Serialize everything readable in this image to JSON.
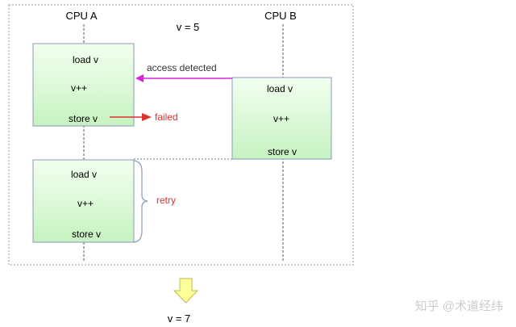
{
  "header": {
    "cpu_a": "CPU A",
    "cpu_b": "CPU B",
    "initial_value": "v = 5"
  },
  "cpu_a_attempt": {
    "steps": [
      "load v",
      "v++",
      "store v"
    ]
  },
  "cpu_b_block": {
    "steps": [
      "load v",
      "v++",
      "store v"
    ]
  },
  "cpu_a_retry": {
    "steps": [
      "load v",
      "v++",
      "store v"
    ]
  },
  "annotations": {
    "access_detected": "access detected",
    "failed": "failed",
    "retry": "retry",
    "access_color": "#dd22dd",
    "failed_color": "#e03030",
    "retry_color": "#e03030"
  },
  "result": {
    "final_value": "v = 7"
  },
  "watermark": {
    "text": "知乎 @术道经纬"
  },
  "colors": {
    "box_border": "#8899bb",
    "box_fill_top": "#f3fff0",
    "box_fill_bottom": "#c6f2c0",
    "arrow_fill": "#ffff99",
    "arrow_stroke": "#bbbb55"
  }
}
